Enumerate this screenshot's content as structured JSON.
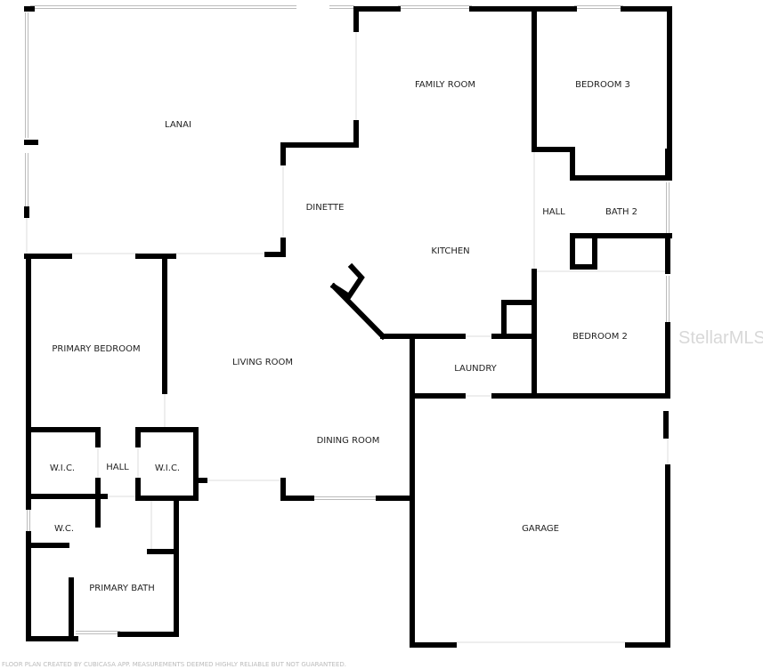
{
  "rooms": {
    "lanai": "LANAI",
    "family_room": "FAMILY ROOM",
    "bedroom3": "BEDROOM 3",
    "dinette": "DINETTE",
    "hall_right": "HALL",
    "bath2": "BATH 2",
    "kitchen": "KITCHEN",
    "primary_bedroom": "PRIMARY BEDROOM",
    "living_room": "LIVING ROOM",
    "laundry": "LAUNDRY",
    "bedroom2": "BEDROOM 2",
    "wic_left": "W.I.C.",
    "hall_left": "HALL",
    "wic_right": "W.I.C.",
    "dining_room": "DINING ROOM",
    "wc": "W.C.",
    "garage": "GARAGE",
    "primary_bath": "PRIMARY BATH"
  },
  "footer": "FLOOR PLAN CREATED BY CUBICASA APP. MEASUREMENTS DEEMED HIGHLY RELIABLE BUT NOT GUARANTEED.",
  "watermark": "StellarMLS"
}
